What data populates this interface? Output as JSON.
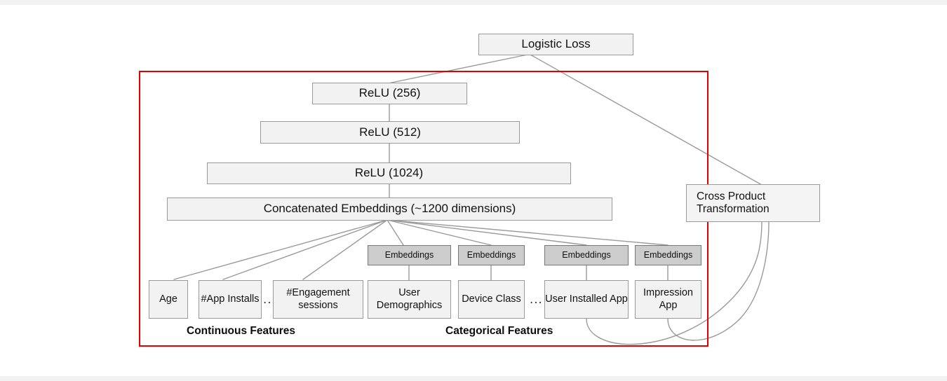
{
  "diagram": {
    "title_node": {
      "label": "Logistic Loss"
    },
    "deep_layers": [
      {
        "label": "ReLU (256)"
      },
      {
        "label": "ReLU (512)"
      },
      {
        "label": "ReLU (1024)"
      },
      {
        "label": "Concatenated Embeddings (~1200 dimensions)"
      }
    ],
    "wide_node": {
      "label": "Cross Product Transformation"
    },
    "embedding_boxes": [
      {
        "label": "Embeddings"
      },
      {
        "label": "Embeddings"
      },
      {
        "label": "Embeddings"
      },
      {
        "label": "Embeddings"
      }
    ],
    "continuous_features": [
      {
        "label": "Age"
      },
      {
        "label": "#App Installs"
      },
      {
        "label": "#Engagement sessions"
      }
    ],
    "categorical_features": [
      {
        "label": "User Demographics"
      },
      {
        "label": "Device Class"
      },
      {
        "label": "User Installed App"
      },
      {
        "label": "Impression App"
      }
    ],
    "group_labels": {
      "continuous": "Continuous Features",
      "categorical": "Categorical Features"
    },
    "ellipses": {
      "continuous": "...",
      "categorical": "..."
    },
    "colors": {
      "highlight_frame": "#e00000",
      "node_fill": "#f2f2f2",
      "embedding_fill": "#cccccc",
      "edge_stroke": "#9a9a9a"
    }
  }
}
